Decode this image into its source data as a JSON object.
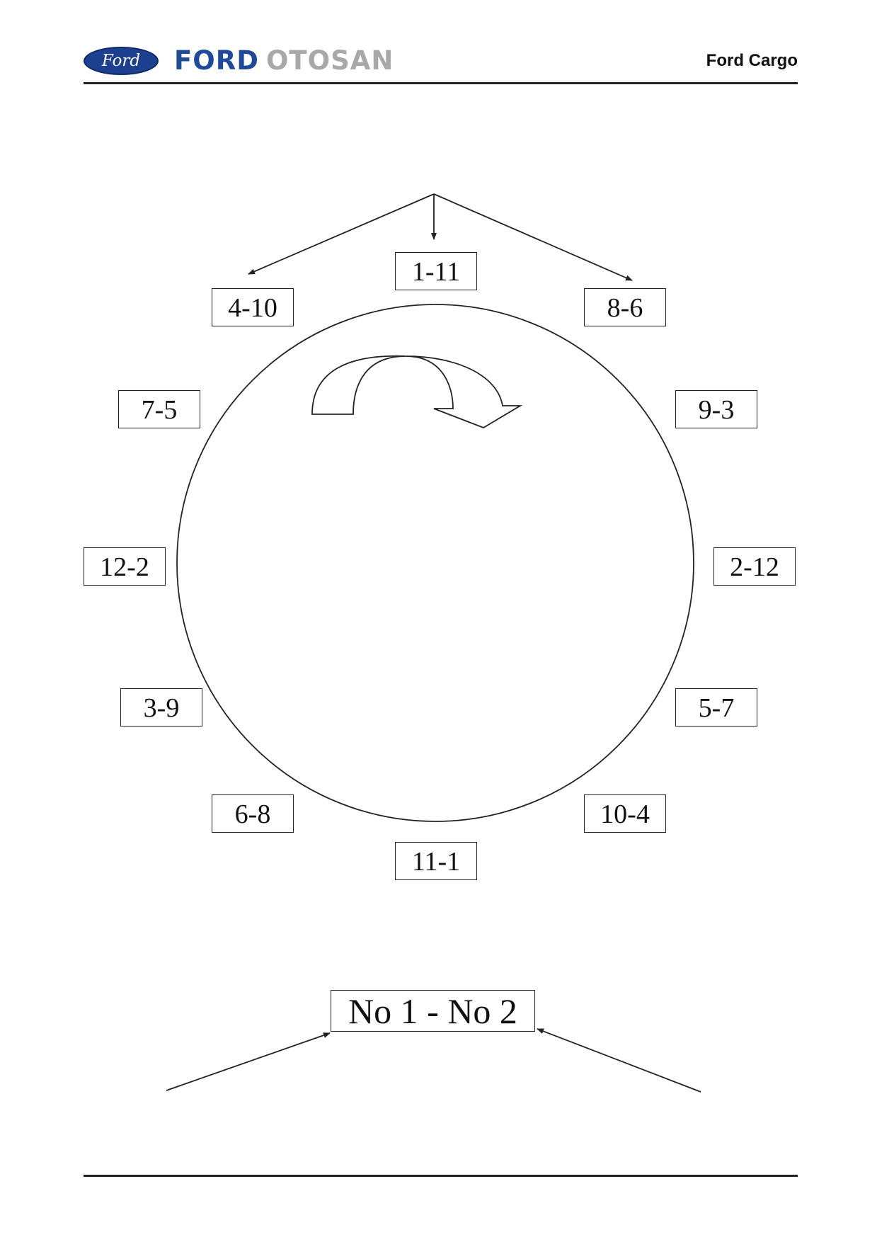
{
  "header": {
    "logo_oval_text": "Ford",
    "brand_primary": "FORD",
    "brand_secondary": "OTOSAN",
    "right_title": "Ford Cargo"
  },
  "diagram": {
    "labels": {
      "top": "1-11",
      "top_left": "4-10",
      "top_right": "8-6",
      "upper_left": "7-5",
      "upper_right": "9-3",
      "left": "12-2",
      "right": "2-12",
      "lower_left": "3-9",
      "lower_right": "5-7",
      "bottom_left": "6-8",
      "bottom_right": "10-4",
      "bottom": "11-1"
    },
    "bottom_label": "No 1 - No 2"
  },
  "colors": {
    "ford_blue": "#1d4a9a",
    "otosan_gray": "#a8a8a8",
    "line": "#222222"
  }
}
